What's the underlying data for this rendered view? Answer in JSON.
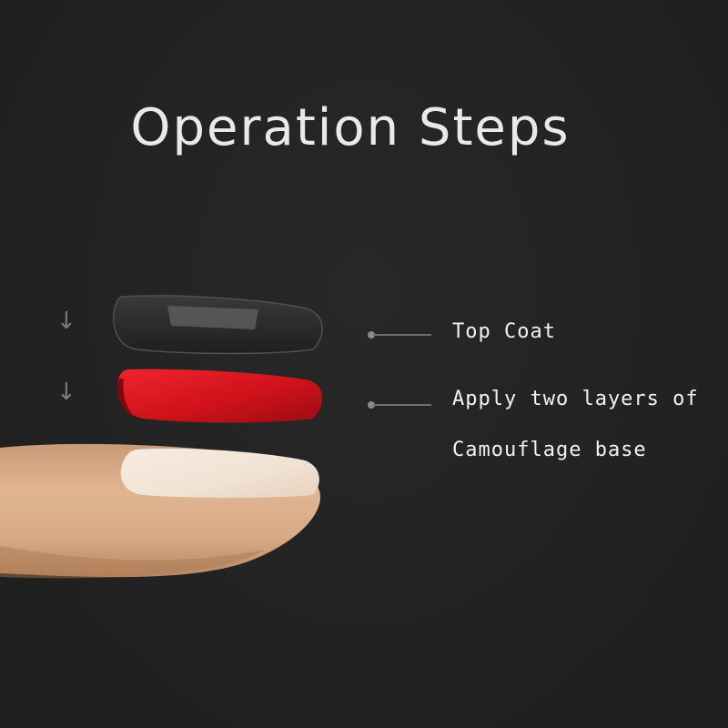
{
  "title": "Operation Steps",
  "steps": [
    {
      "layer": "top-coat",
      "label_lines": [
        "Top Coat"
      ],
      "color": "#2e2e2e"
    },
    {
      "layer": "camouflage-base",
      "label_lines": [
        "Apply two layers of",
        "Camouflage base"
      ],
      "color": "#d0121b"
    }
  ],
  "icons": {
    "arrow": "↓"
  },
  "colors": {
    "background": "#232323",
    "title_text": "#e9e9e9",
    "label_text": "#f2f2f2",
    "red_layer": "#d0121b",
    "nail": "#f1e2d3",
    "skin": "#dcae8a"
  }
}
